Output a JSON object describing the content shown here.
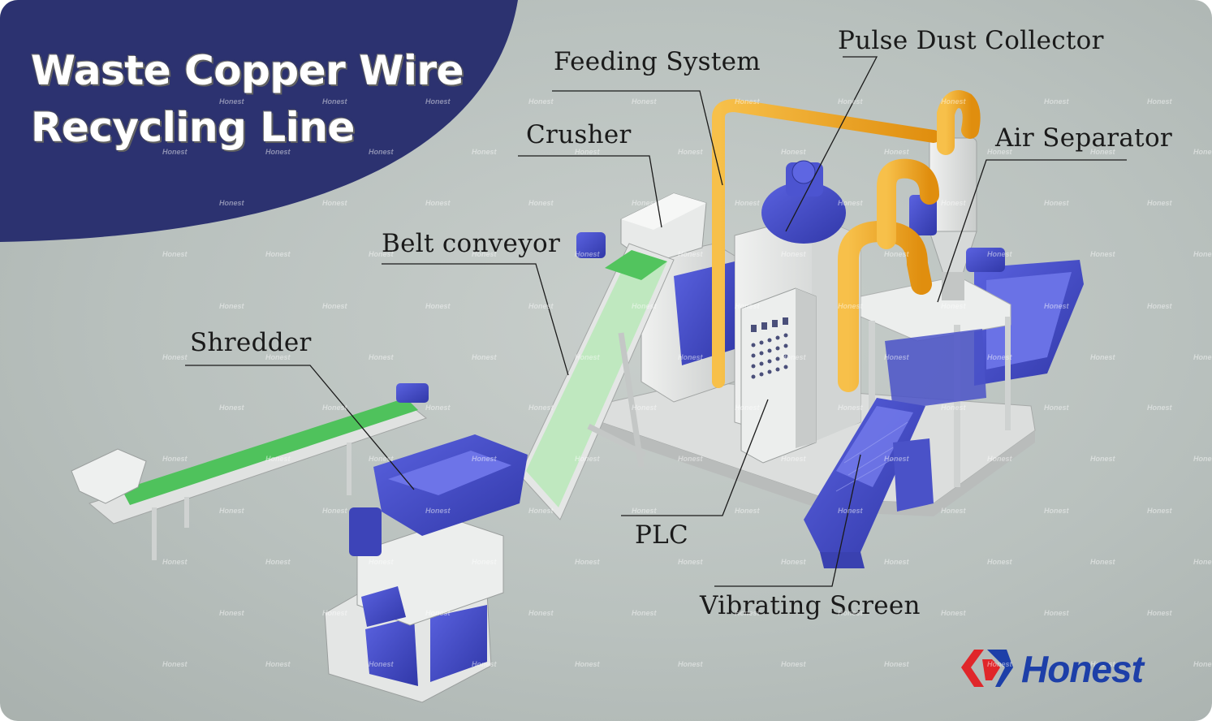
{
  "title": {
    "line1": "Waste Copper Wire",
    "line2": "Recycling Line"
  },
  "labels": {
    "feeding_system": "Feeding System",
    "pulse_dust_collector": "Pulse Dust Collector",
    "crusher": "Crusher",
    "air_separator": "Air Separator",
    "belt_conveyor": "Belt conveyor",
    "shredder": "Shredder",
    "plc": "PLC",
    "vibrating_screen": "Vibrating Screen"
  },
  "watermark_text": "Honest",
  "logo": {
    "text": "Honest"
  },
  "colors": {
    "title_band": "#2c3270",
    "machine_blue": "#4149c8",
    "belt_green": "#5cc96a",
    "pipe_orange": "#f3a71e",
    "steel_white": "#e3e5e4",
    "logo_red": "#e0262a",
    "logo_blue": "#1d3fa8"
  }
}
